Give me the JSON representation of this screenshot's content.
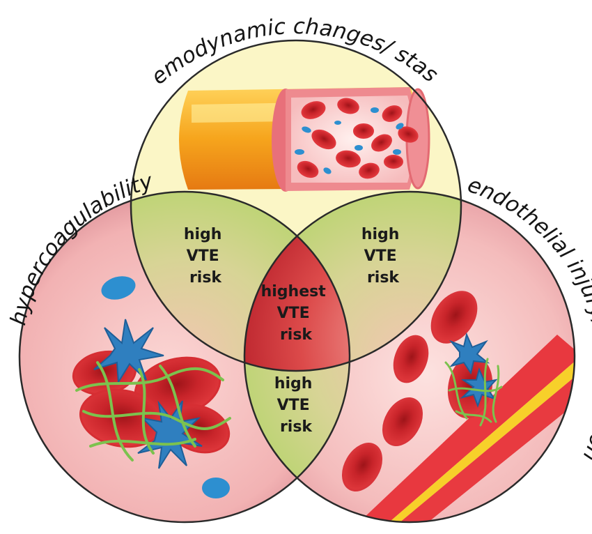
{
  "diagram": {
    "circles": [
      {
        "id": "stasis",
        "label": "hemodynamic changes/ stasis"
      },
      {
        "id": "hypercoag",
        "label": "hypercoagulability"
      },
      {
        "id": "endothelial",
        "label": "endothelial injury/ dysfunction"
      }
    ],
    "intersections": {
      "stasis_hypercoag": [
        "high",
        "VTE",
        "risk"
      ],
      "stasis_endothelial": [
        "high",
        "VTE",
        "risk"
      ],
      "hypercoag_endothelial": [
        "high",
        "VTE",
        "risk"
      ],
      "center": [
        "highest",
        "VTE",
        "risk"
      ]
    },
    "colors": {
      "stasis_fill": "#fbf6c6",
      "pink_fill": "#f4bcbc",
      "overlap_green": "#c3d98a",
      "center_red": "#c8282e",
      "outline": "#2a2a2a",
      "red_cell": "#d42a30",
      "platelet": "#2d8fd0",
      "fibrin": "#6cbf4a",
      "vessel_orange": "#f4a21a"
    }
  }
}
